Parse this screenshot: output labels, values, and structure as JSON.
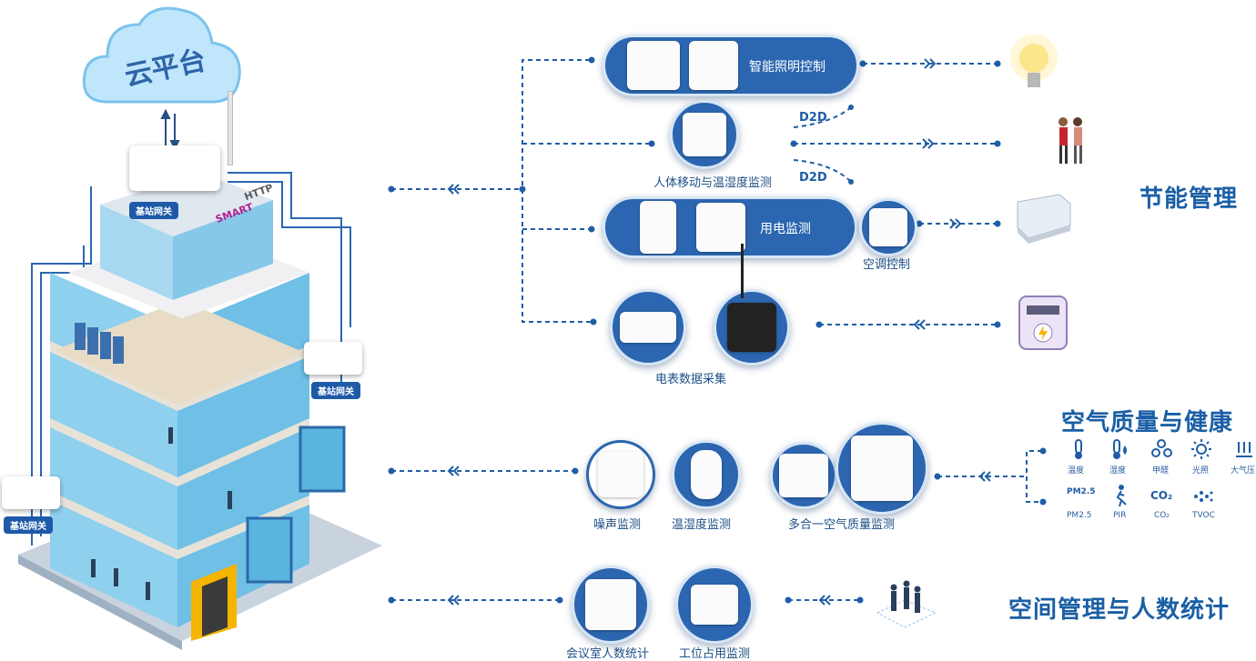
{
  "cloud": {
    "label": "云平台"
  },
  "gateway": {
    "label": "基站网关"
  },
  "building_signs": {
    "smart": "SMART",
    "http": "HTTP"
  },
  "sections": {
    "energy": "节能管理",
    "air": "空气质量与健康",
    "space": "空间管理与人数统计"
  },
  "devices": {
    "lighting": "智能照明控制",
    "motion": "人体移动与温湿度监测",
    "power": "用电监测",
    "ac": "空调控制",
    "meter": "电表数据采集",
    "noise": "噪声监测",
    "temp": "温湿度监测",
    "multi": "多合一空气质量监测",
    "meeting": "会议室人数统计",
    "desk": "工位占用监测"
  },
  "d2d": [
    "D2D",
    "D2D"
  ],
  "air_icons": [
    {
      "icon": "thermometer-icon",
      "caption": "温度"
    },
    {
      "icon": "humidity-icon",
      "caption": "湿度"
    },
    {
      "icon": "formaldehyde-icon",
      "caption": "甲醛"
    },
    {
      "icon": "light-icon",
      "caption": "光照"
    },
    {
      "icon": "pressure-icon",
      "caption": "大气压"
    },
    {
      "icon": "pm25-icon",
      "glyph": "PM2.5",
      "caption": "PM2.5"
    },
    {
      "icon": "pir-icon",
      "caption": "PIR"
    },
    {
      "icon": "co2-icon",
      "glyph": "CO₂",
      "caption": "CO₂"
    },
    {
      "icon": "tvoc-icon",
      "caption": "TVOC"
    }
  ],
  "colors": {
    "brand": "#2c66b0",
    "line": "#1f5ea6",
    "title": "#1a5fa5"
  }
}
